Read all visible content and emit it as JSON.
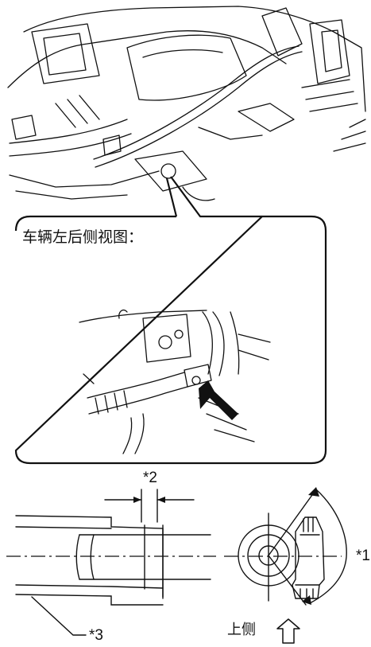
{
  "diagram": {
    "callout_caption": "车辆左后侧视图：",
    "labels": {
      "label_1": "*1",
      "label_2": "*2",
      "label_3": "*3"
    },
    "orientation_text": "上侧",
    "orientation_icon": "up-arrow-icon",
    "colors": {
      "line": "#111111",
      "background": "#ffffff"
    }
  }
}
